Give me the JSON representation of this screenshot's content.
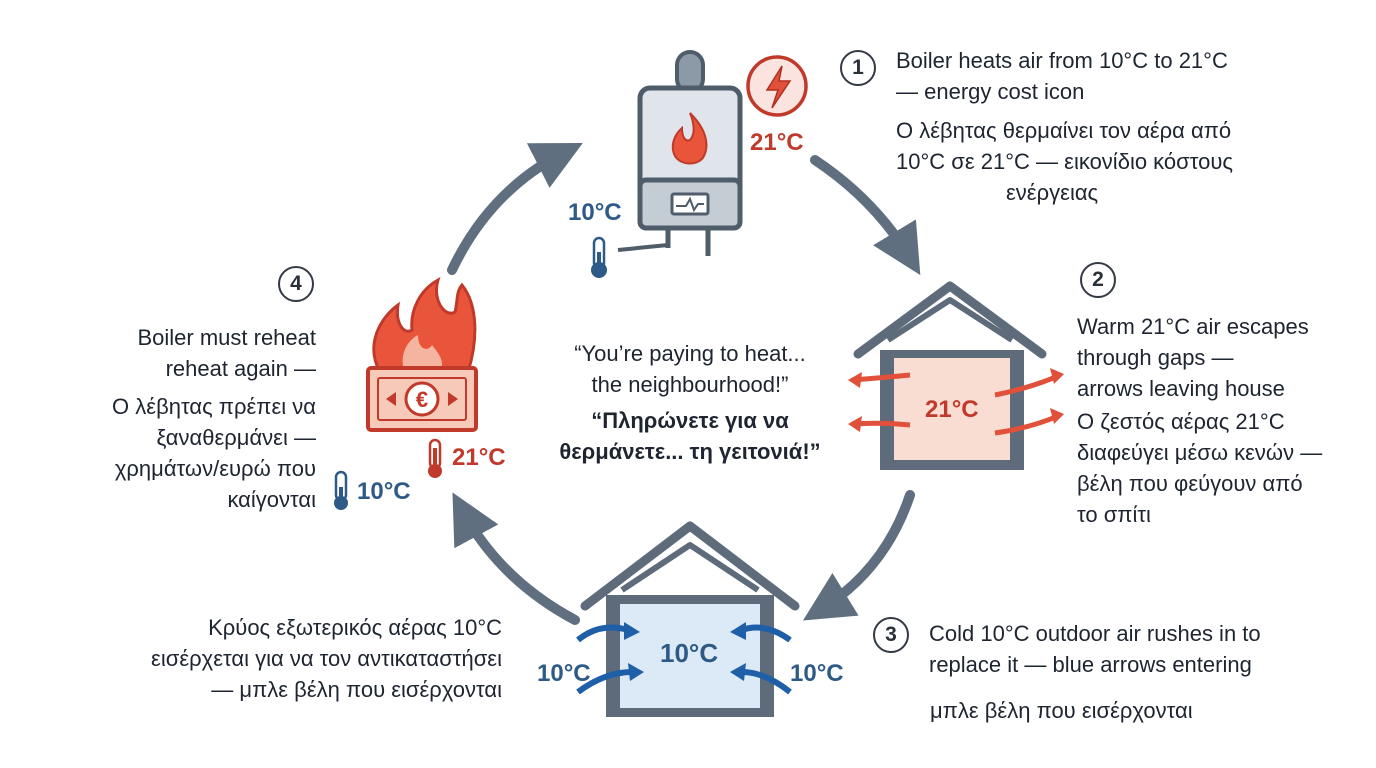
{
  "steps": [
    {
      "number": "1",
      "en_lines": [
        "Boiler heats air from 10°C to 21°C",
        "— energy cost icon"
      ],
      "gr_lines": [
        "Ο λέβητας θερμαίνει τον αέρα από",
        "10°C σε 21°C — εικονίδιο κόστους",
        "ενέργειας"
      ]
    },
    {
      "number": "2",
      "en_lines": [
        "Warm 21°C air escapes",
        "through gaps —",
        "arrows leaving house"
      ],
      "gr_lines": [
        "Ο ζεστός αέρας 21°C",
        "διαφεύγει μέσω κενών —",
        "βέλη που φεύγουν από",
        "το σπίτι"
      ]
    },
    {
      "number": "3",
      "en_lines": [
        "Cold 10°C outdoor air rushes in to",
        "replace it — blue arrows entering"
      ],
      "gr_lines": [
        "μπλε βέλη που εισέρχονται"
      ],
      "gr_left_lines": [
        "Κρύος εξωτερικός αέρας 10°C",
        "εισέρχεται για να τον αντικαταστήσει",
        "— μπλε βέλη που εισέρχονται"
      ]
    },
    {
      "number": "4",
      "en_lines": [
        "Boiler must reheat",
        "reheat again —"
      ],
      "gr_lines": [
        "Ο λέβητας πρέπει να",
        "ξαναθερμάνει —",
        "χρημάτων/ευρώ που",
        "καίγονται"
      ]
    }
  ],
  "quote": {
    "en_lines": [
      "“You’re paying to heat...",
      "the neighbourhood!”"
    ],
    "gr_lines": [
      "“Πληρώνετε για να",
      "θερμάνετε... τη γειτονιά!”"
    ]
  },
  "temps": {
    "boiler_out": "21°C",
    "boiler_in": "10°C",
    "warm_house": "21°C",
    "cold_house": "10°C",
    "cold_left": "10°C",
    "cold_right": "10°C",
    "money_warm": "21°C",
    "money_cold": "10°C"
  },
  "icons": [
    "boiler-icon",
    "flame-icon",
    "lightning-icon",
    "thermometer-icon",
    "house-icon",
    "burning-money-icon",
    "euro-icon",
    "cycle-arrow-icon"
  ],
  "colors": {
    "warm": "#c0392b",
    "cold": "#2d5a86",
    "arrow": "#5f6f80",
    "outline": "#5d6b7a",
    "warm_fill": "#f9ddd2",
    "cold_fill": "#dce9f6",
    "blue_arrow": "#1f5fa8",
    "red_arrow": "#e0503a"
  }
}
